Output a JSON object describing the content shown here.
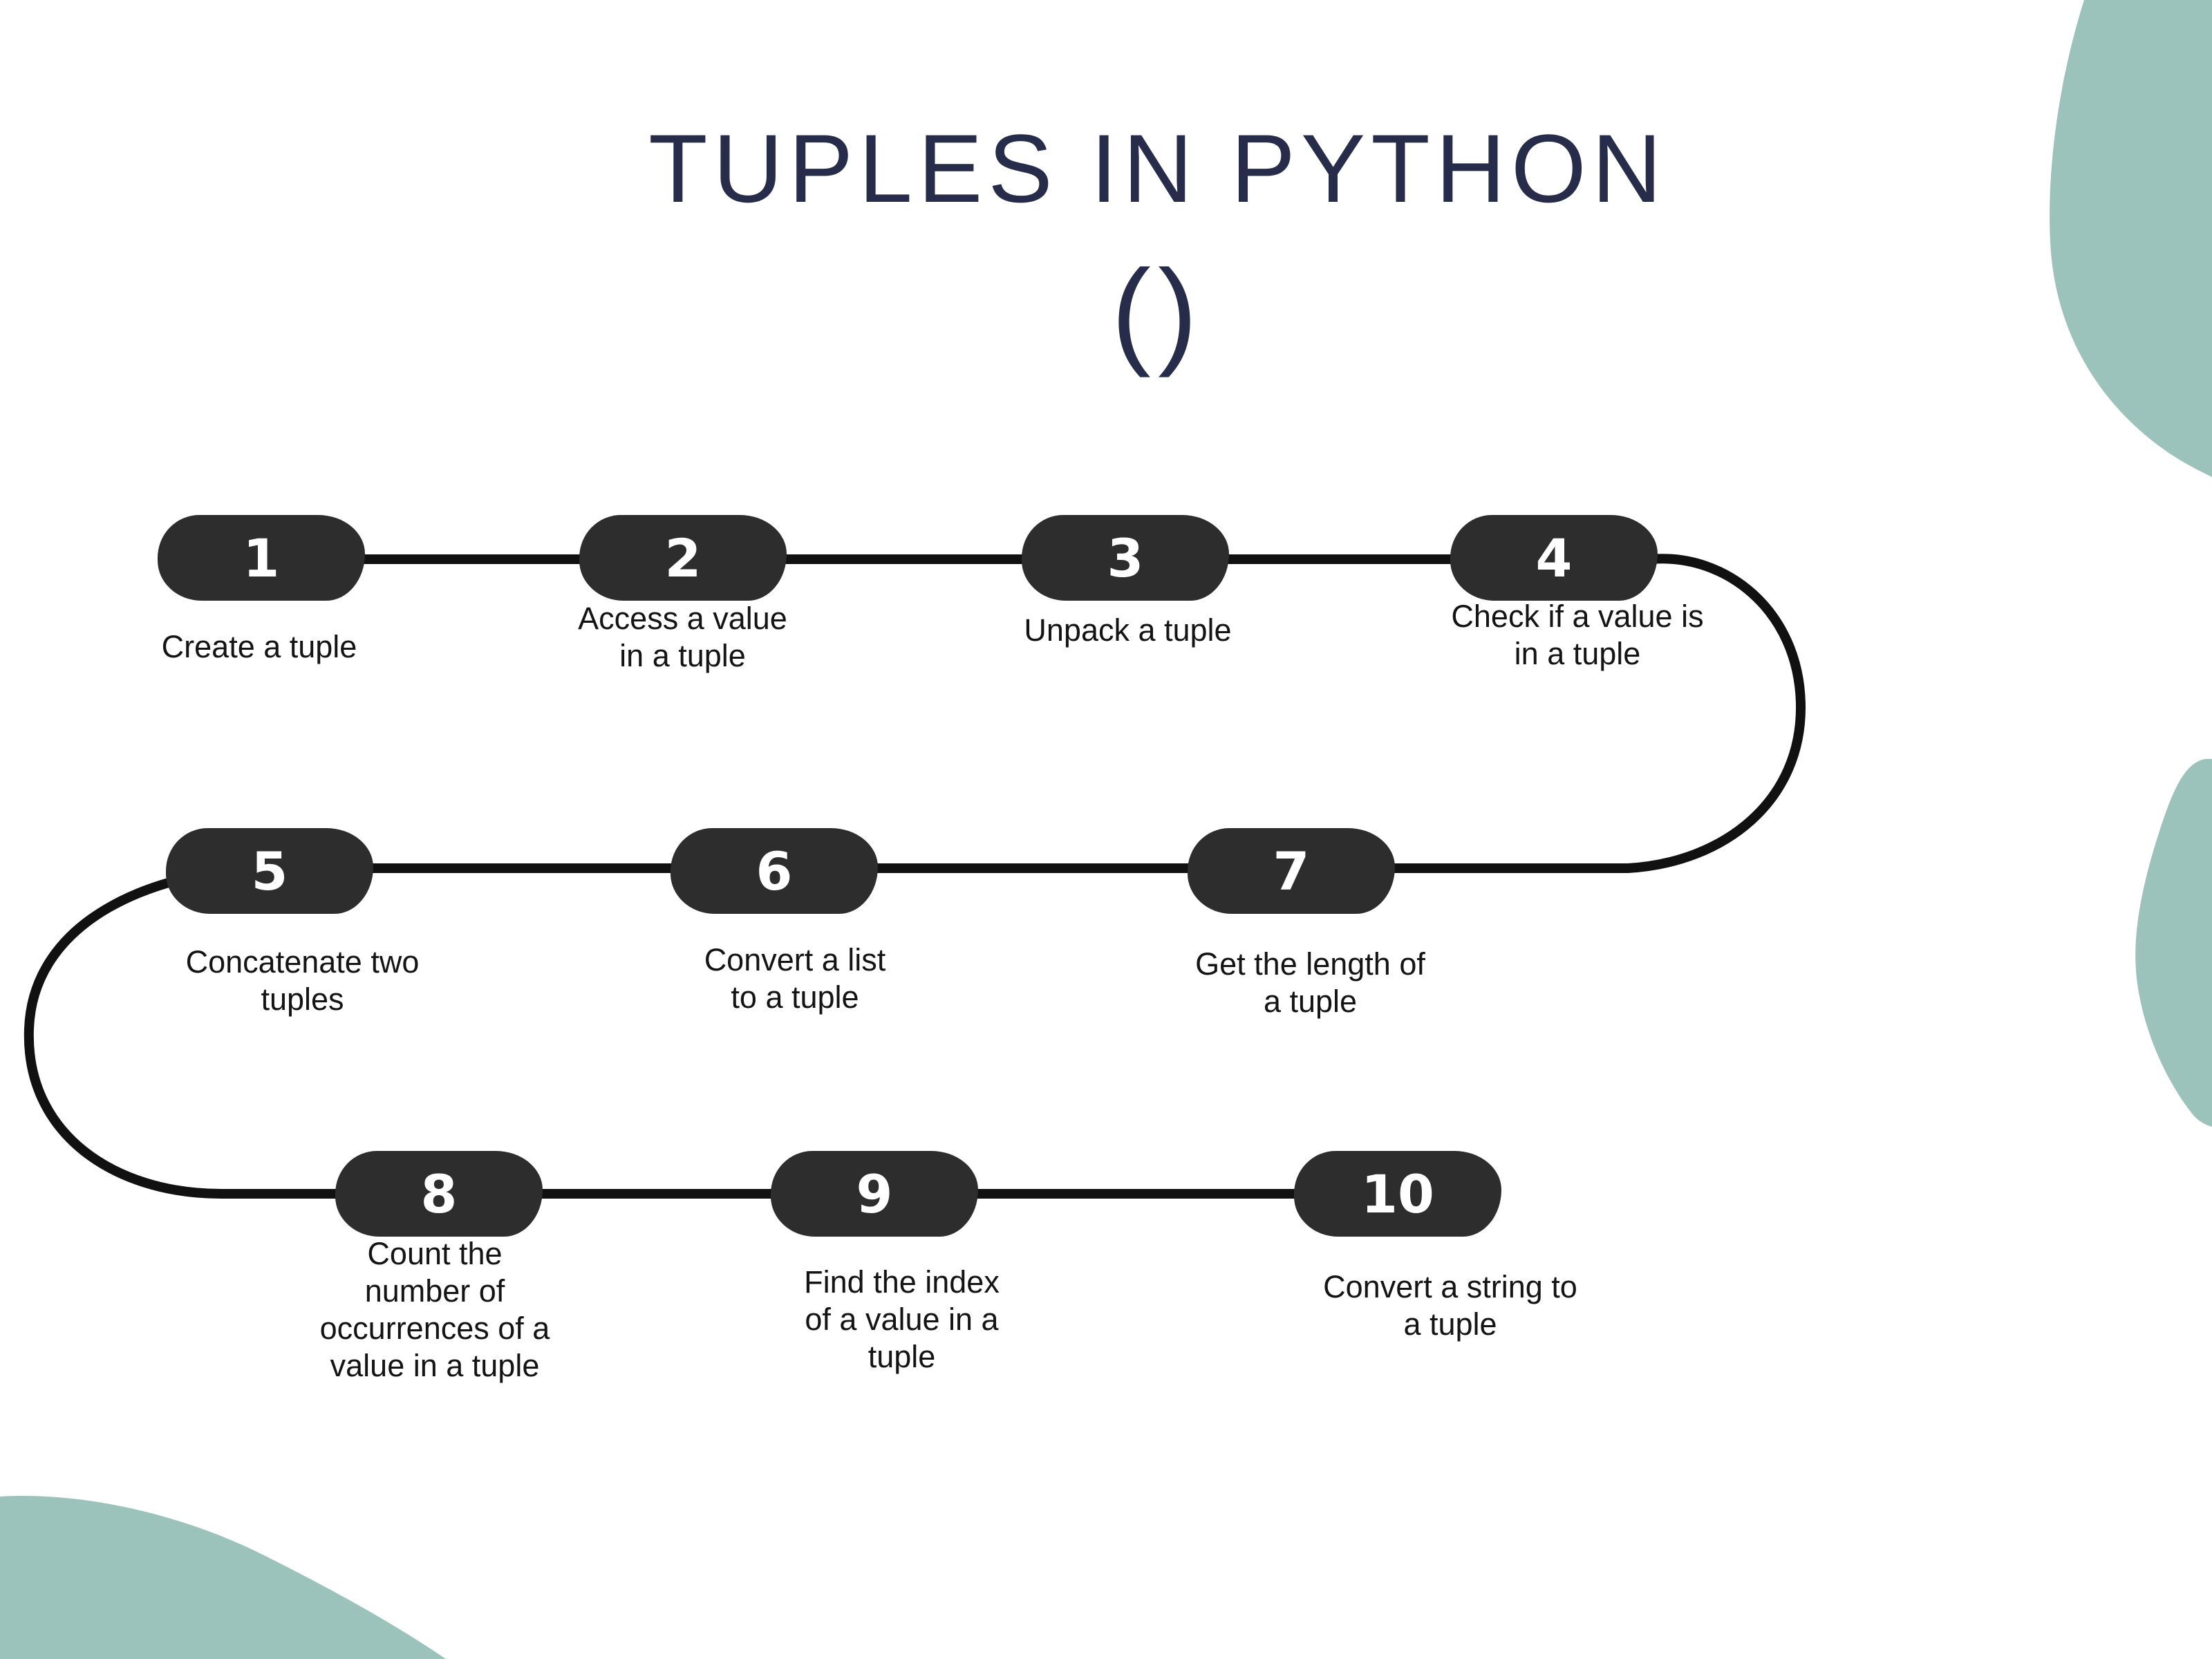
{
  "title": {
    "text": "TUPLES IN PYTHON",
    "symbol": "()"
  },
  "steps": [
    {
      "number": "1",
      "label": "Create a tuple"
    },
    {
      "number": "2",
      "label": "Access a value\nin a tuple"
    },
    {
      "number": "3",
      "label": "Unpack a tuple"
    },
    {
      "number": "4",
      "label": "Check if a value is\nin a tuple"
    },
    {
      "number": "5",
      "label": "Concatenate two\ntuples"
    },
    {
      "number": "6",
      "label": "Convert a list\nto a tuple"
    },
    {
      "number": "7",
      "label": "Get the length of\na tuple"
    },
    {
      "number": "8",
      "label": "Count the\nnumber of\noccurrences of a\nvalue in a tuple"
    },
    {
      "number": "9",
      "label": "Find the index\nof a value in a\ntuple"
    },
    {
      "number": "10",
      "label": "Convert a string to\na tuple"
    }
  ],
  "colors": {
    "background": "#ffffff",
    "blob_teal": "#9cc3bb",
    "badge_dark": "#2d2d2d",
    "title_navy": "#272c4a",
    "connector_line": "#111111",
    "body_text": "#141414",
    "number_text": "#ffffff"
  }
}
